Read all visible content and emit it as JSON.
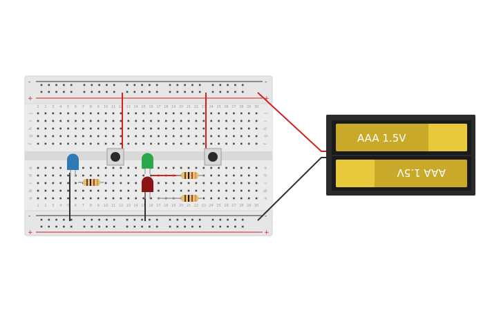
{
  "breadboard": {
    "columns": 30,
    "row_letters_top": [
      "j",
      "i",
      "h",
      "g",
      "f"
    ],
    "row_letters_bottom": [
      "e",
      "d",
      "c",
      "b",
      "a"
    ],
    "rail_plus": "+",
    "rail_minus": "-"
  },
  "battery": {
    "cell_top_label": "AAA 1.5V",
    "cell_bottom_label": "AAA 1.5V",
    "cell_color": "#c9a92a",
    "highlight_color": "#e8c93c"
  },
  "components": {
    "leds": [
      {
        "name": "blue-led",
        "color": "#2f7ab5",
        "column": 6
      },
      {
        "name": "green-led",
        "color": "#2aa84a",
        "column": 15
      },
      {
        "name": "red-led",
        "color": "#8a1414",
        "column": 15
      }
    ],
    "buttons": [
      {
        "name": "pushbutton-left",
        "column": 12
      },
      {
        "name": "pushbutton-right",
        "column": 25
      }
    ],
    "resistors": [
      {
        "name": "resistor-1"
      },
      {
        "name": "resistor-2"
      },
      {
        "name": "resistor-3"
      }
    ]
  },
  "colors": {
    "wire_red": "#d21f1f",
    "wire_black": "#2e2e2e",
    "board": "#e6e6e6",
    "hole": "#454545",
    "battery_case": "#2a2a2a"
  }
}
